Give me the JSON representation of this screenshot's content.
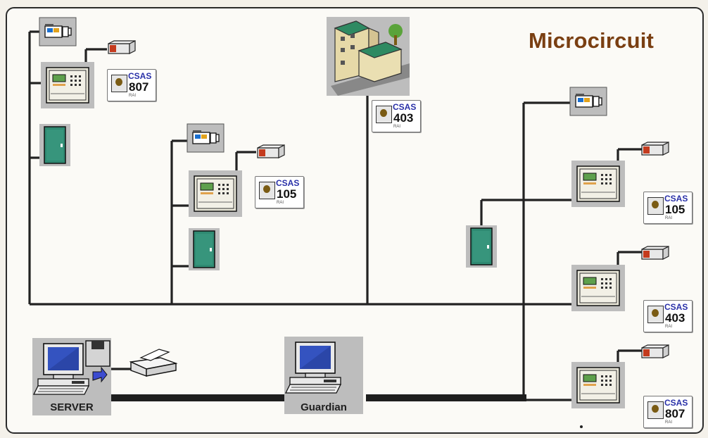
{
  "title": "Microcircuit",
  "nodes": {
    "server": "SERVER",
    "guardian": "Guardian"
  },
  "badges": [
    {
      "brand": "CSAS",
      "number": "807",
      "tiny": "RAI"
    },
    {
      "brand": "CSAS",
      "number": "105",
      "tiny": "RAI"
    },
    {
      "brand": "CSAS",
      "number": "403",
      "tiny": "RAI"
    },
    {
      "brand": "CSAS",
      "number": "105",
      "tiny": "RAI"
    },
    {
      "brand": "CSAS",
      "number": "403",
      "tiny": "RAI"
    },
    {
      "brand": "CSAS",
      "number": "807",
      "tiny": "RAI"
    }
  ],
  "icons": {
    "camera": "camera-icon",
    "sensor": "sensor-icon",
    "controller": "access-panel-icon",
    "door": "door-icon",
    "building": "building-icon",
    "computer": "computer-icon",
    "disk": "floppy-disk-icon",
    "printer": "printer-icon"
  },
  "colors": {
    "title": "#7a3f12",
    "line": "#222222",
    "door": "#2f8a72",
    "tile": "#bdbdbd",
    "badge_text": "#2930a8"
  }
}
